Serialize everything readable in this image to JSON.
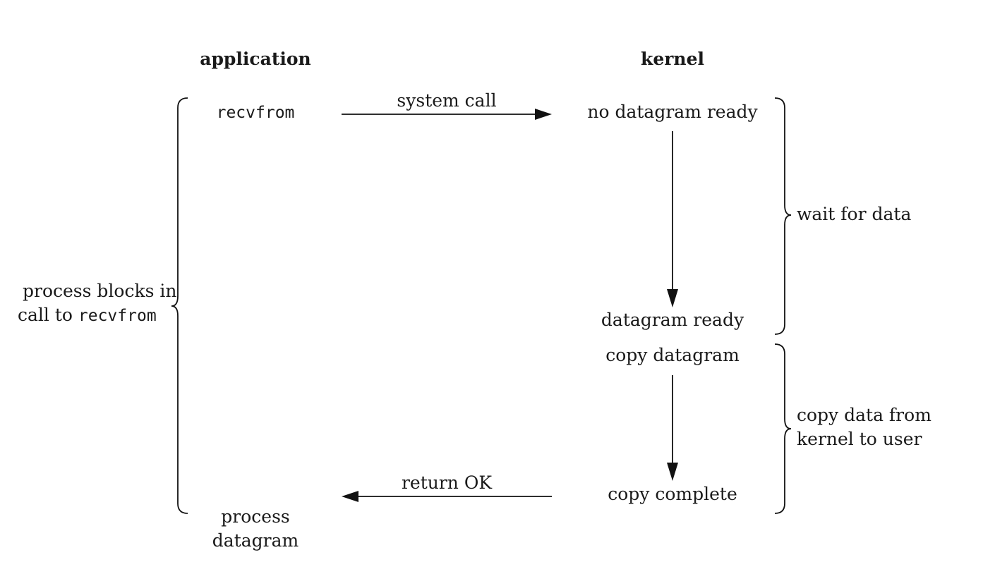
{
  "columns": {
    "application": "application",
    "kernel": "kernel"
  },
  "application": {
    "call": "recvfrom",
    "finish_line1": "process",
    "finish_line2": "datagram"
  },
  "arrows": {
    "system_call": "system call",
    "return_ok": "return OK"
  },
  "kernel": {
    "no_datagram_ready": "no datagram ready",
    "datagram_ready": "datagram ready",
    "copy_datagram": "copy datagram",
    "copy_complete": "copy complete"
  },
  "braces": {
    "left_line1": "process blocks in",
    "left_line2_prefix": "call to ",
    "left_line2_code": "recvfrom",
    "wait_for_data": "wait for data",
    "copy_line1": "copy data from",
    "copy_line2": "kernel to user"
  }
}
